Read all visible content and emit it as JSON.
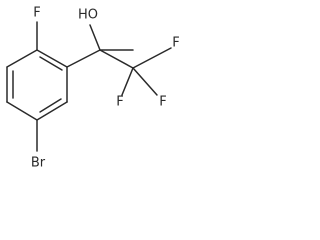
{
  "molecule": {
    "atoms": {
      "fluoro_ring": "F",
      "hydroxyl": "HO",
      "fluoro_cf3_top": "F",
      "fluoro_cf3_left": "F",
      "fluoro_cf3_right": "F",
      "bromo": "Br"
    }
  }
}
